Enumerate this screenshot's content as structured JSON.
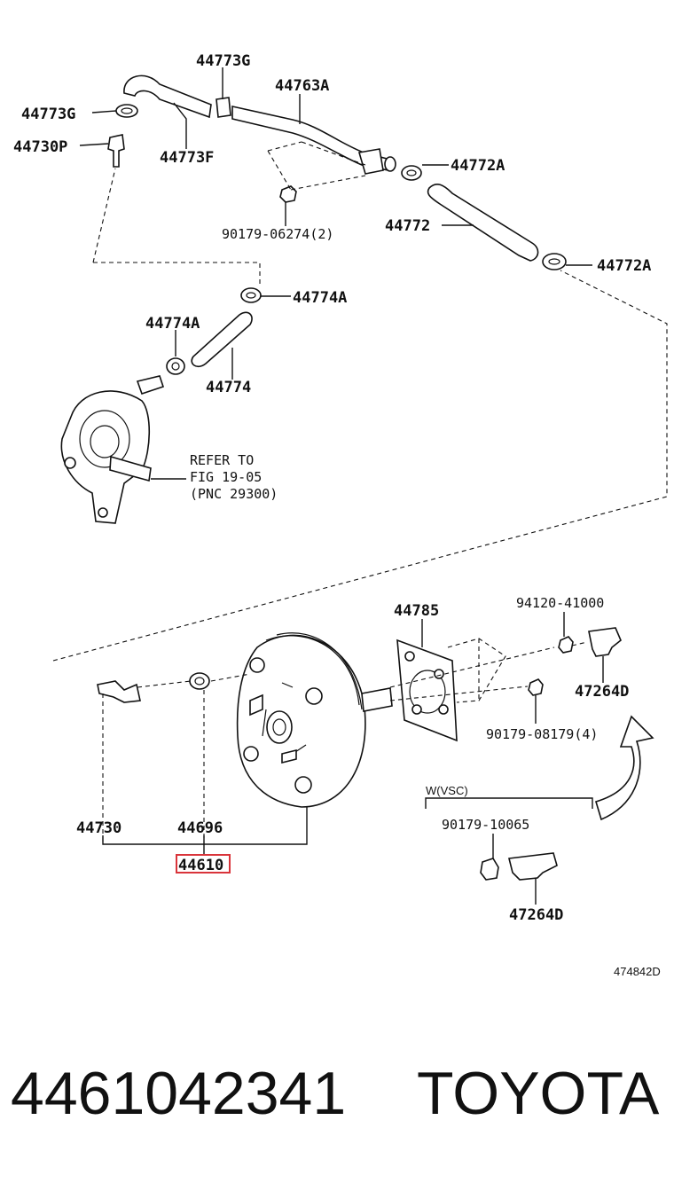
{
  "diagram": {
    "labels": {
      "p44773G_top": "44773G",
      "p44773G_left": "44773G",
      "p44763A": "44763A",
      "p44730P": "44730P",
      "p44773F": "44773F",
      "p44772A_top": "44772A",
      "p90179_06274": "90179-06274(2)",
      "p44772": "44772",
      "p44772A_right": "44772A",
      "p44774A_top": "44774A",
      "p44774A_left": "44774A",
      "p44774": "44774",
      "p44785": "44785",
      "p94120_41000": "94120-41000",
      "p47264D_top": "47264D",
      "p90179_08179": "90179-08179(4)",
      "p44730": "44730",
      "p44696": "44696",
      "p44610": "44610",
      "p90179_10065": "90179-10065",
      "p47264D_bottom": "47264D",
      "wvsc": "W(VSC)",
      "code": "474842D"
    },
    "refer": {
      "line1": "REFER TO",
      "line2": "FIG 19-05",
      "line3": "(PNC 29300)"
    },
    "highlight_color": "#d9343a"
  },
  "footer": {
    "part_number": "4461042341",
    "brand": "TOYOTA"
  }
}
